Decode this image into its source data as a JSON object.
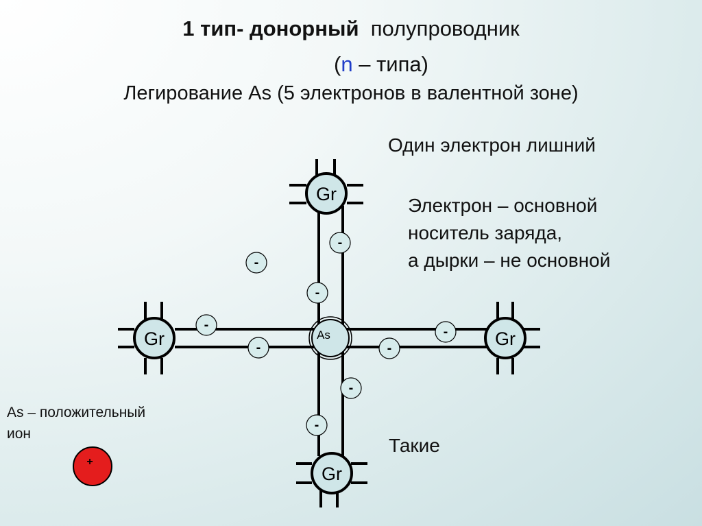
{
  "header": {
    "title_bold": "1 тип- донорный",
    "title_rest": "полупроводник",
    "subtitle_open": "(",
    "subtitle_n": "n",
    "subtitle_rest": " – типа)",
    "doping": "Легирование As (5 электронов в валентной зоне)"
  },
  "notes": {
    "extra_electron": "Один электрон лишний",
    "carriers": [
      "Электрон – основной",
      "носитель заряда,",
      "а дырки – не основной"
    ],
    "such": "Такие"
  },
  "ion": {
    "label": [
      "As – положительный",
      "ион"
    ],
    "sign": "+",
    "color": "#e41d1d"
  },
  "diagram": {
    "center_atom": "As",
    "neighbor_atom": "Gr",
    "electron_sign": "-",
    "atom_fill": "#cfe6e8",
    "electron_fill": "#d7ecec"
  }
}
